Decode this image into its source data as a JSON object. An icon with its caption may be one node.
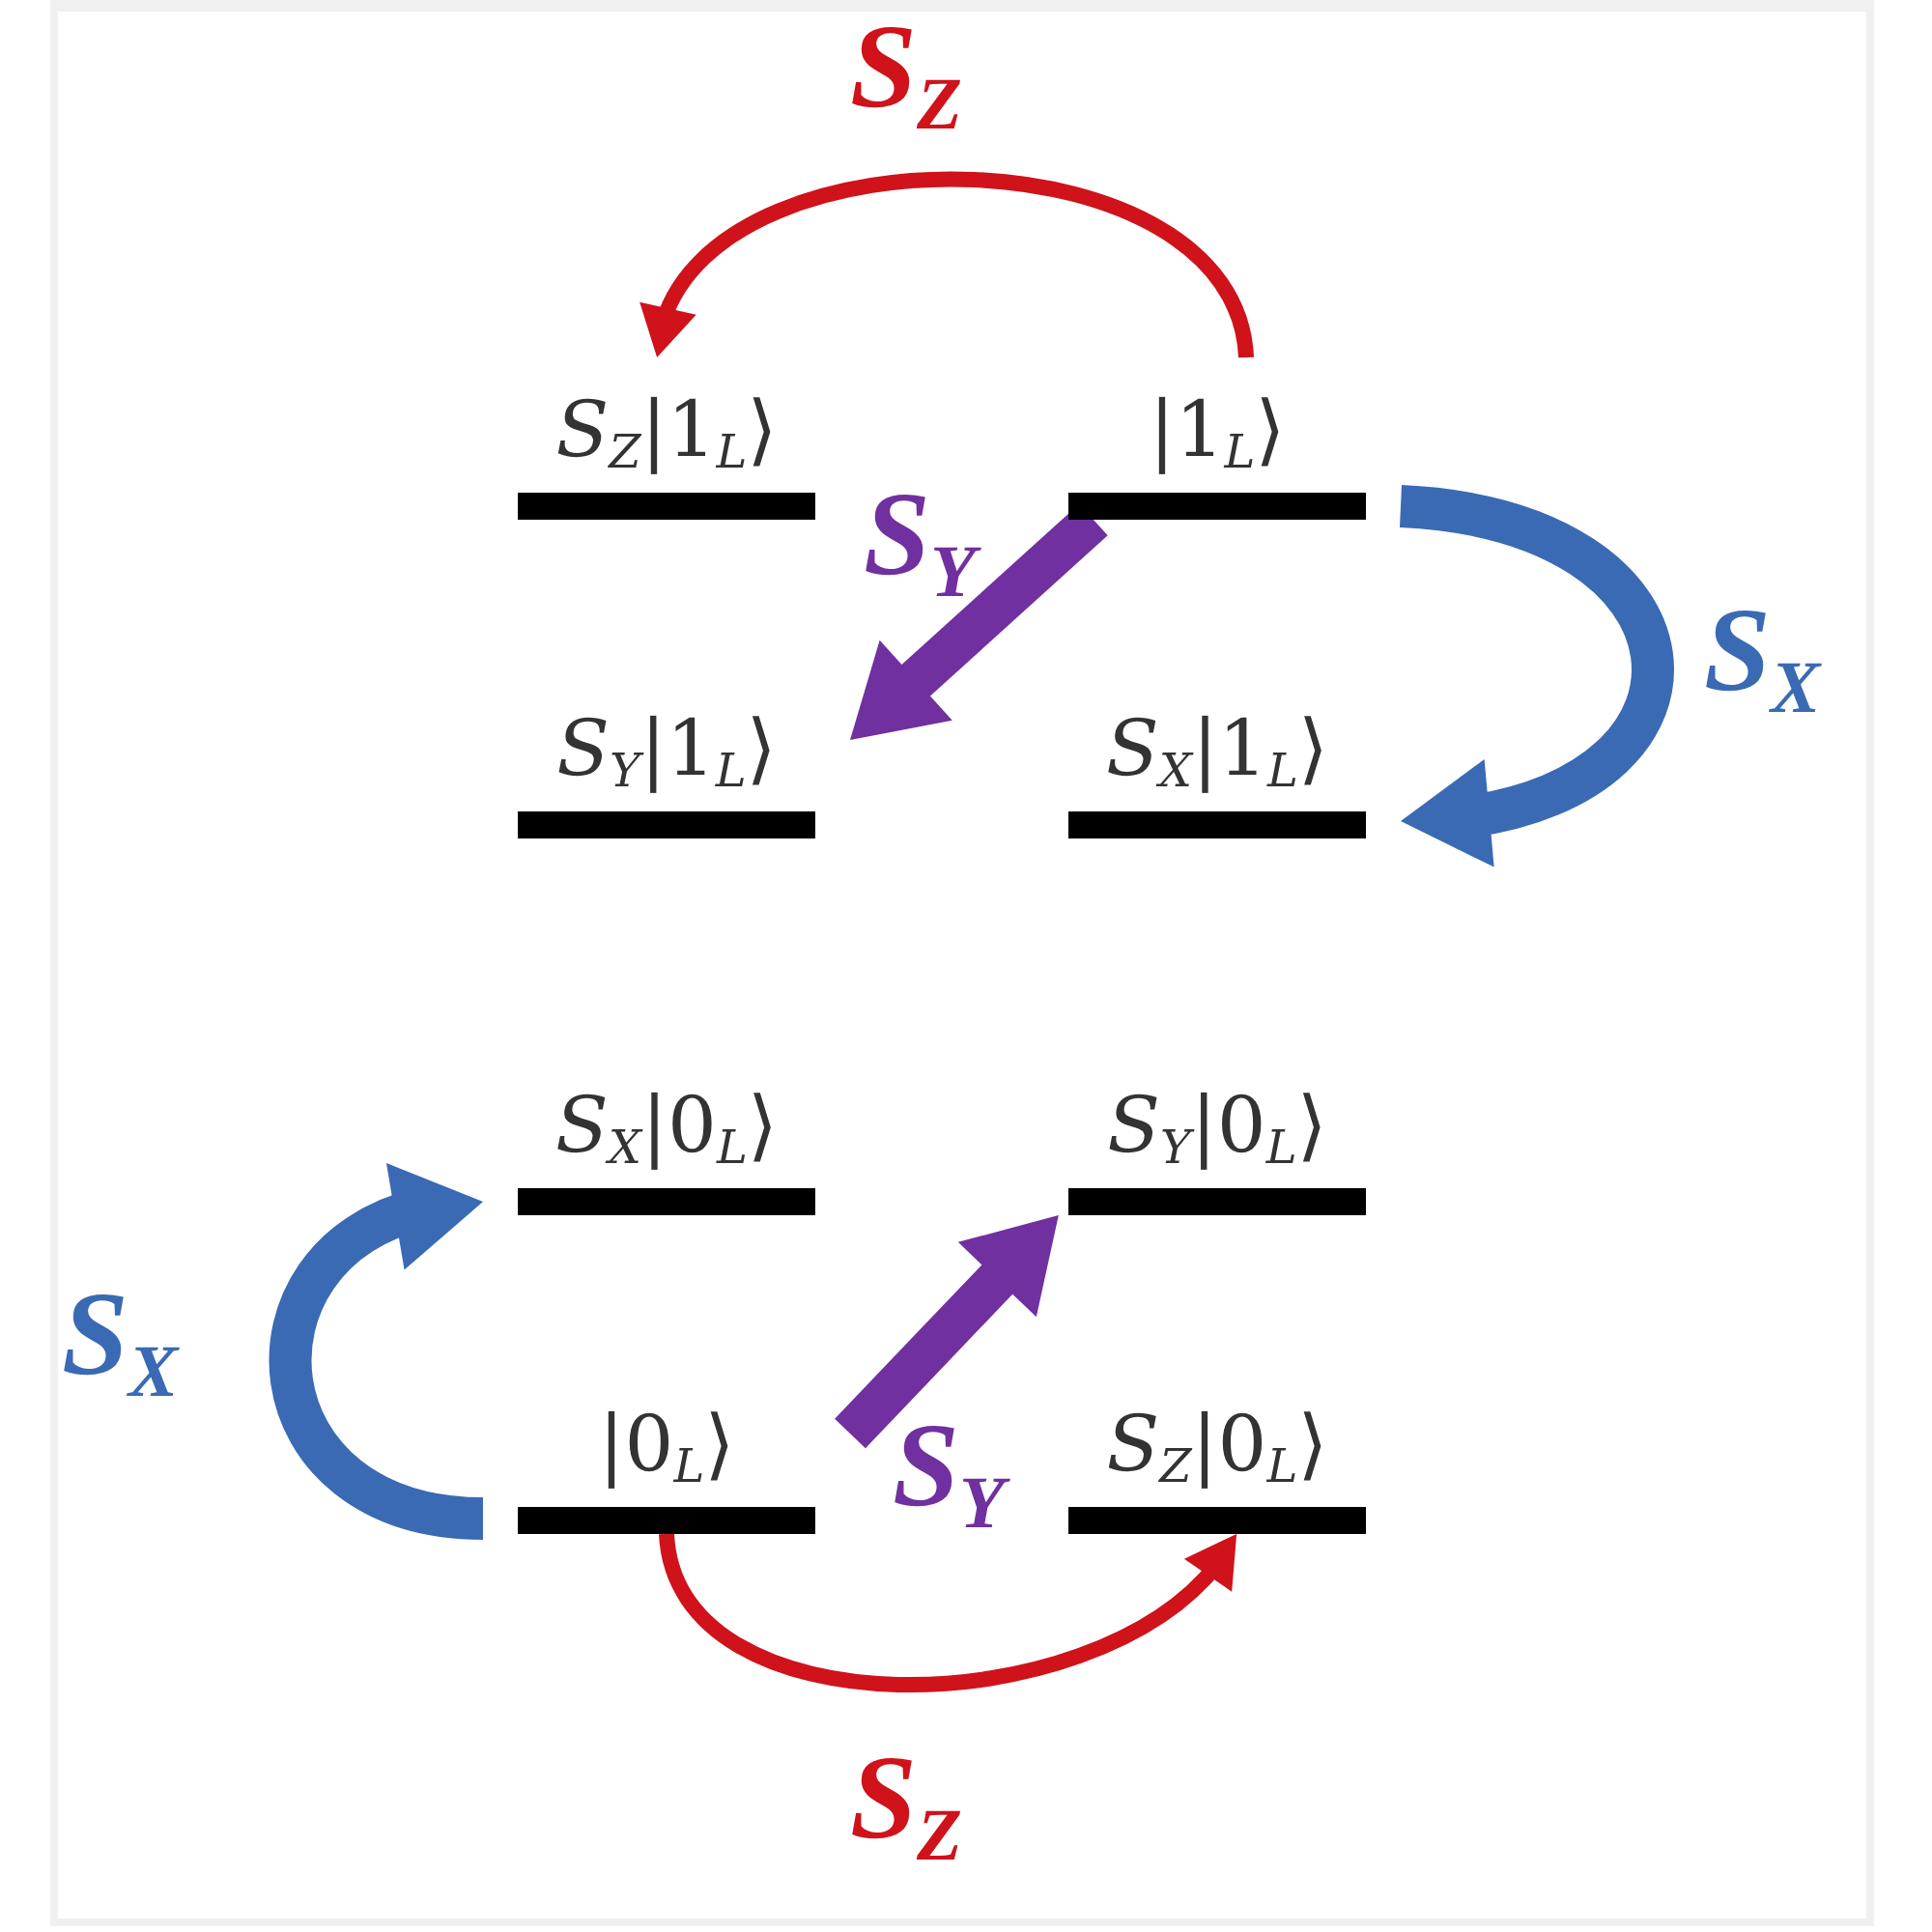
{
  "diagram": {
    "nodes": [
      {
        "text": [
          "*S*$_{Z}$|1$_{L}$⟩"
        ]
      },
      {
        "text": [
          "|1$_{L}$⟩"
        ]
      },
      {
        "text": [
          "*S*$_{Y}$|1$_{L}$⟩"
        ]
      },
      {
        "text": [
          "*S*$_{X}$|1$_{L}$⟩"
        ]
      },
      {
        "text": [
          "*S*$_{X}$|0$_{L}$⟩"
        ]
      },
      {
        "text": [
          "*S*$_{Y}$|0$_{L}$⟩"
        ]
      },
      {
        "text": [
          "|0$_{L}$⟩"
        ]
      },
      {
        "text": [
          "*S*$_{Z}$|0$_{L}$⟩"
        ]
      }
    ],
    "edges": [
      {
        "from": 1,
        "to": 0,
        "arrow": "to",
        "label": "S$_{Z}$",
        "color": "#d0121b"
      },
      {
        "from": 1,
        "to": 2,
        "arrow": "to",
        "label": "S$_{Y}$",
        "color": "#7030a0"
      },
      {
        "from": 1,
        "to": 3,
        "arrow": "to",
        "label": "S$_{X}$",
        "color": "#3a6ab4"
      },
      {
        "from": 6,
        "to": 4,
        "arrow": "to",
        "label": "S$_{X}$",
        "color": "#3a6ab4"
      },
      {
        "from": 6,
        "to": 5,
        "arrow": "to",
        "label": "S$_{Y}$",
        "color": "#7030a0"
      },
      {
        "from": 6,
        "to": 7,
        "arrow": "to",
        "label": "S$_{Z}$",
        "color": "#d0121b"
      }
    ]
  }
}
